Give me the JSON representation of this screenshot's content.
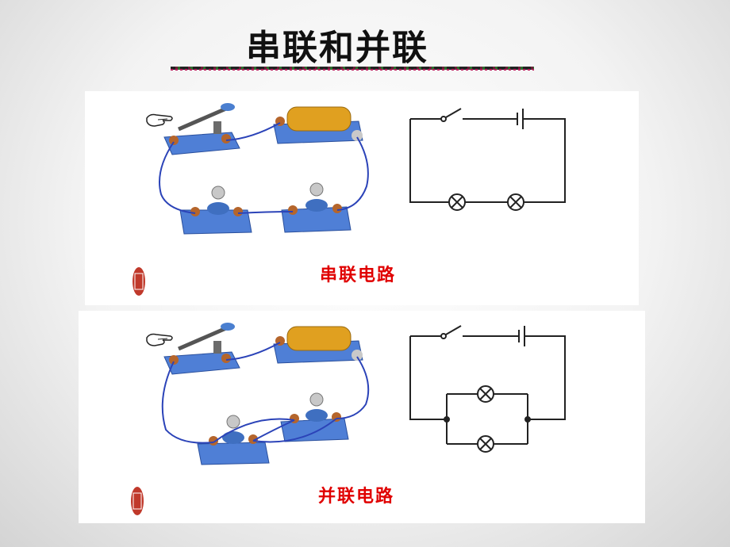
{
  "slide": {
    "title": "串联和并联"
  },
  "panels": [
    {
      "id": "series",
      "label": "串联电路"
    },
    {
      "id": "parallel",
      "label": "并联电路"
    }
  ],
  "colors": {
    "wire": "#2b43b8",
    "base": "#4f7fd6",
    "label": "#e00000",
    "battery": "#e0a020"
  }
}
